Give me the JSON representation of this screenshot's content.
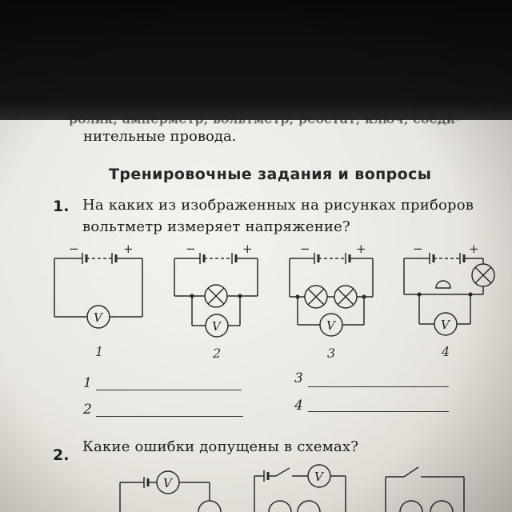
{
  "intro": {
    "cut_line": "ролик, амперметр, вольтметр, реостат, ключ, соеди-",
    "line1": "нительные провода."
  },
  "section_heading": "Тренировочные задания и вопросы",
  "question1": {
    "number": "1.",
    "text_line1": "На каких из изображенных на рисунках приборов",
    "text_line2": "вольтметр измеряет напряжение?",
    "meter_symbol": "V",
    "minus_sign": "−",
    "plus_sign": "+",
    "figure_labels": [
      "1",
      "2",
      "3",
      "4"
    ],
    "answer_labels": [
      "1",
      "2",
      "3",
      "4"
    ],
    "answers": [
      "",
      "",
      "",
      ""
    ]
  },
  "question2": {
    "number": "2.",
    "text": "Какие ошибки допущены в схемах?",
    "meter_symbol": "V"
  }
}
